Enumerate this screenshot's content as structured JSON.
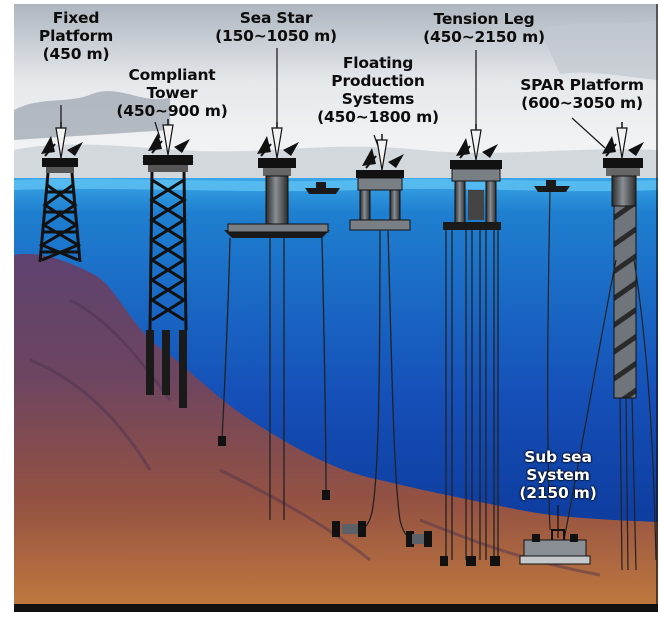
{
  "labels": {
    "fixed_platform": {
      "name_line1": "Fixed",
      "name_line2": "Platform",
      "depth": "(450 m)"
    },
    "compliant_tower": {
      "name_line1": "Compliant",
      "name_line2": "Tower",
      "depth": "(450~900 m)"
    },
    "sea_star": {
      "name": "Sea Star",
      "depth": "(150~1050 m)"
    },
    "floating_production": {
      "name_line1": "Floating",
      "name_line2": "Production",
      "name_line3": "Systems",
      "depth": "(450~1800 m)"
    },
    "tension_leg": {
      "name": "Tension Leg",
      "depth": "(450~2150 m)"
    },
    "spar_platform": {
      "name": "SPAR Platform",
      "depth": "(600~3050 m)"
    },
    "sub_sea_system": {
      "name_line1": "Sub sea",
      "name_line2": "System",
      "depth": "(2150 m)"
    }
  },
  "colors": {
    "sky_top": "#c9cfd6",
    "sea_surface": "#2a8fd6",
    "sea_deep": "#0a2c88",
    "seabed_purple": "#5b3f66",
    "seabed_orange": "#b36a3a",
    "structure": "#1a1a1a"
  }
}
